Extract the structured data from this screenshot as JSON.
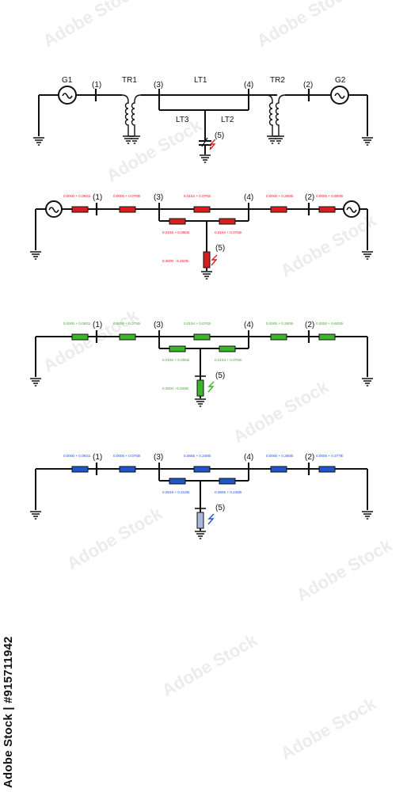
{
  "colors": {
    "red": "#d81e1e",
    "green": "#3cb52a",
    "blue": "#1f57c8",
    "light_blue": "#aab8db",
    "line": "#111111"
  },
  "diagram1": {
    "labels": {
      "g1": "G1",
      "g2": "G2",
      "tr1": "TR1",
      "tr2": "TR2",
      "lt1": "LT1",
      "lt2": "LT2",
      "lt3": "LT3",
      "n1": "(1)",
      "n2": "(2)",
      "n3": "(3)",
      "n4": "(4)",
      "n5": "(5)"
    }
  },
  "diagram2": {
    "color": "red",
    "nodes": {
      "n1": "(1)",
      "n2": "(2)",
      "n3": "(3)",
      "n4": "(4)",
      "n5": "(5)"
    },
    "values": {
      "g1": "0.0000 + 0.0931i",
      "tr1": "0.0000 + 0.0750i",
      "lt1": "0.0154 + 0.0762i",
      "tr2": "0.0000 + 0.2600i",
      "g2": "0.0000 + 0.6000i",
      "lt3": "0.0192 + 0.0953i",
      "lt2": "0.0154 + 0.0762i",
      "shunt": "0.0000 - 6.2500i"
    }
  },
  "diagram3": {
    "color": "green",
    "nodes": {
      "n1": "(1)",
      "n2": "(2)",
      "n3": "(3)",
      "n4": "(4)",
      "n5": "(5)"
    },
    "values": {
      "g1": "0.0000 + 0.0931i",
      "tr1": "0.0000 + 0.0750i",
      "lt1": "0.0154 + 0.0762i",
      "tr2": "0.0000 + 0.2600i",
      "g2": "0.0000 + 0.6000i",
      "lt3": "0.0192 + 0.0953i",
      "lt2": "0.0154 + 0.0762i",
      "shunt": "0.0000 - 6.2500i"
    }
  },
  "diagram4": {
    "color": "blue",
    "nodes": {
      "n1": "(1)",
      "n2": "(2)",
      "n3": "(3)",
      "n4": "(4)",
      "n5": "(5)"
    },
    "values": {
      "g1": "0.0000 + 0.0931i",
      "tr1": "0.0000 + 0.0750i",
      "lt1": "0.0655 + 0.2480i",
      "tr2": "0.0000 + 0.2600i",
      "g2": "0.0000 + 0.3778i",
      "lt3": "0.0819 + 0.3100i",
      "lt2": "0.0655 + 0.2480i"
    }
  },
  "watermark": {
    "text": "Adobe Stock",
    "stock_id": "Adobe Stock | #915711942"
  }
}
